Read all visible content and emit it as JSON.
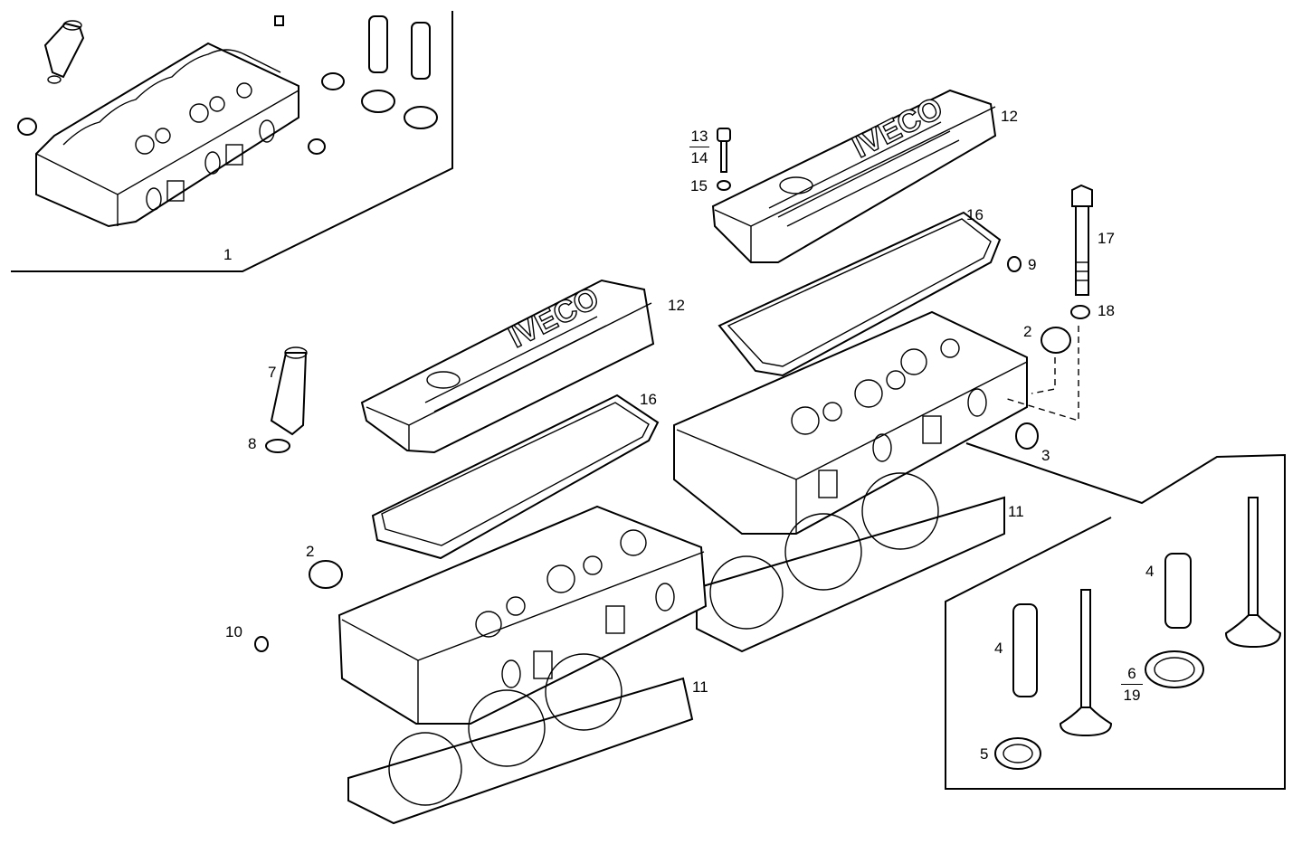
{
  "diagram": {
    "callouts": [
      {
        "id": "c1",
        "text": "1"
      },
      {
        "id": "c12a",
        "text": "12"
      },
      {
        "id": "c15",
        "text": "15"
      },
      {
        "id": "c16a",
        "text": "16"
      },
      {
        "id": "c17",
        "text": "17"
      },
      {
        "id": "c9",
        "text": "9"
      },
      {
        "id": "c18",
        "text": "18"
      },
      {
        "id": "c12b",
        "text": "12"
      },
      {
        "id": "c2a",
        "text": "2"
      },
      {
        "id": "c7",
        "text": "7"
      },
      {
        "id": "c16b",
        "text": "16"
      },
      {
        "id": "c8",
        "text": "8"
      },
      {
        "id": "c3",
        "text": "3"
      },
      {
        "id": "c11a",
        "text": "11"
      },
      {
        "id": "c2b",
        "text": "2"
      },
      {
        "id": "c4a",
        "text": "4"
      },
      {
        "id": "c10",
        "text": "10"
      },
      {
        "id": "c4b",
        "text": "4"
      },
      {
        "id": "c11b",
        "text": "11"
      },
      {
        "id": "c5",
        "text": "5"
      }
    ],
    "fraction_callouts": [
      {
        "id": "f1314",
        "top": "13",
        "bottom": "14"
      },
      {
        "id": "f619",
        "top": "6",
        "bottom": "19"
      }
    ],
    "logo_text": "IVECO"
  }
}
